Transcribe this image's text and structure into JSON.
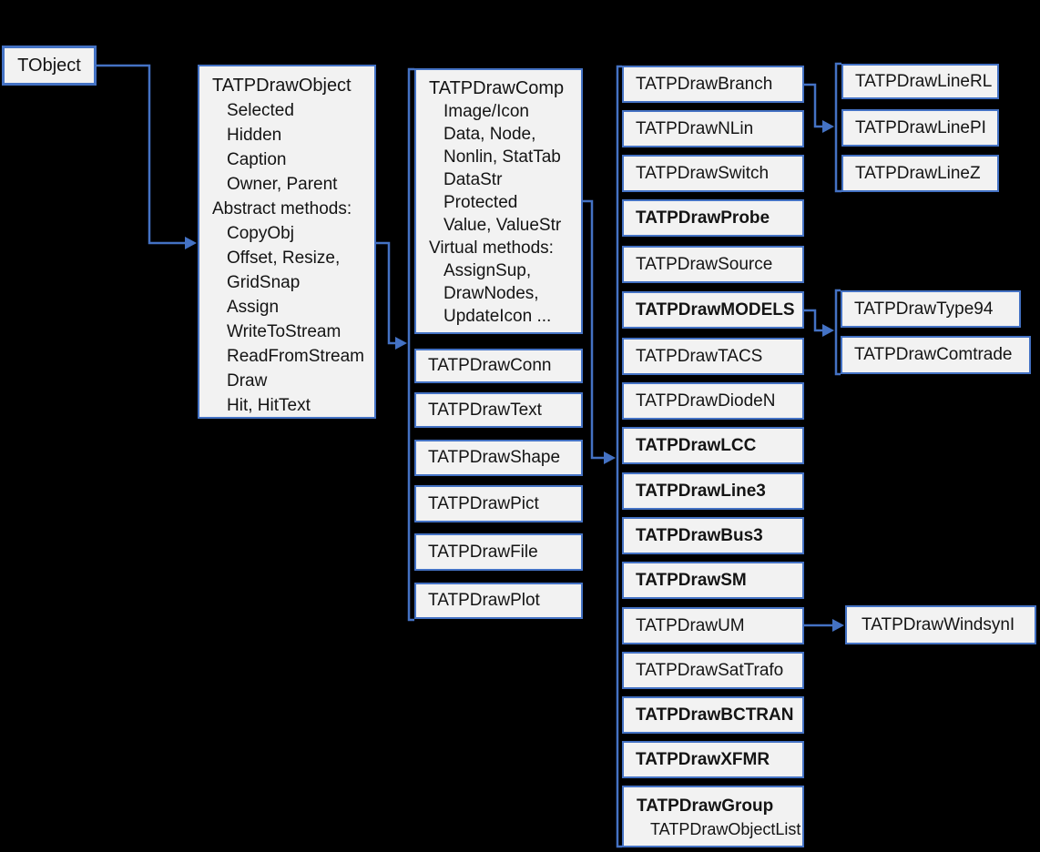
{
  "colors": {
    "background": "#000000",
    "box_fill": "#f2f2f2",
    "box_border": "#4472c4",
    "connector": "#4472c4",
    "text": "#141414"
  },
  "classes": {
    "tobject": "TObject",
    "tatpdrawobject": {
      "title": "TATPDrawObject",
      "properties": [
        "Selected",
        "Hidden",
        "Caption",
        "Owner, Parent"
      ],
      "section": "Abstract methods:",
      "methods": [
        "CopyObj",
        "Offset, Resize,",
        "GridSnap",
        "Assign",
        "WriteToStream",
        "ReadFromStream",
        "Draw",
        "Hit, HitText"
      ]
    },
    "tatpdrawcomp": {
      "title": "TATPDrawComp",
      "properties": [
        "Image/Icon",
        "Data, Node,",
        "Nonlin, StatTab",
        "DataStr",
        "Protected",
        "Value, ValueStr"
      ],
      "section": "Virtual methods:",
      "methods": [
        "AssignSup,",
        "DrawNodes,",
        "UpdateIcon ..."
      ]
    },
    "comp_subclasses": [
      "TATPDrawConn",
      "TATPDrawText",
      "TATPDrawShape",
      "TATPDrawPict",
      "TATPDrawFile",
      "TATPDrawPlot"
    ],
    "components": [
      {
        "label": "TATPDrawBranch",
        "bold": false
      },
      {
        "label": "TATPDrawNLin",
        "bold": false
      },
      {
        "label": "TATPDrawSwitch",
        "bold": false
      },
      {
        "label": "TATPDrawProbe",
        "bold": true
      },
      {
        "label": "TATPDrawSource",
        "bold": false
      },
      {
        "label": "TATPDrawMODELS",
        "bold": true
      },
      {
        "label": "TATPDrawTACS",
        "bold": false
      },
      {
        "label": "TATPDrawDiodeN",
        "bold": false
      },
      {
        "label": "TATPDrawLCC",
        "bold": true
      },
      {
        "label": "TATPDrawLine3",
        "bold": true
      },
      {
        "label": "TATPDrawBus3",
        "bold": true
      },
      {
        "label": "TATPDrawSM",
        "bold": true
      },
      {
        "label": "TATPDrawUM",
        "bold": false
      },
      {
        "label": "TATPDrawSatTrafo",
        "bold": false
      },
      {
        "label": "TATPDrawBCTRAN",
        "bold": true
      },
      {
        "label": "TATPDrawXFMR",
        "bold": true
      },
      {
        "label": "TATPDrawGroup",
        "bold": true
      }
    ],
    "group_member": "TATPDrawObjectList",
    "branch_subclasses": [
      "TATPDrawLineRL",
      "TATPDrawLinePI",
      "TATPDrawLineZ"
    ],
    "models_subclasses": [
      "TATPDrawType94",
      "TATPDrawComtrade"
    ],
    "um_subclasses": [
      "TATPDrawWindsynI"
    ]
  }
}
